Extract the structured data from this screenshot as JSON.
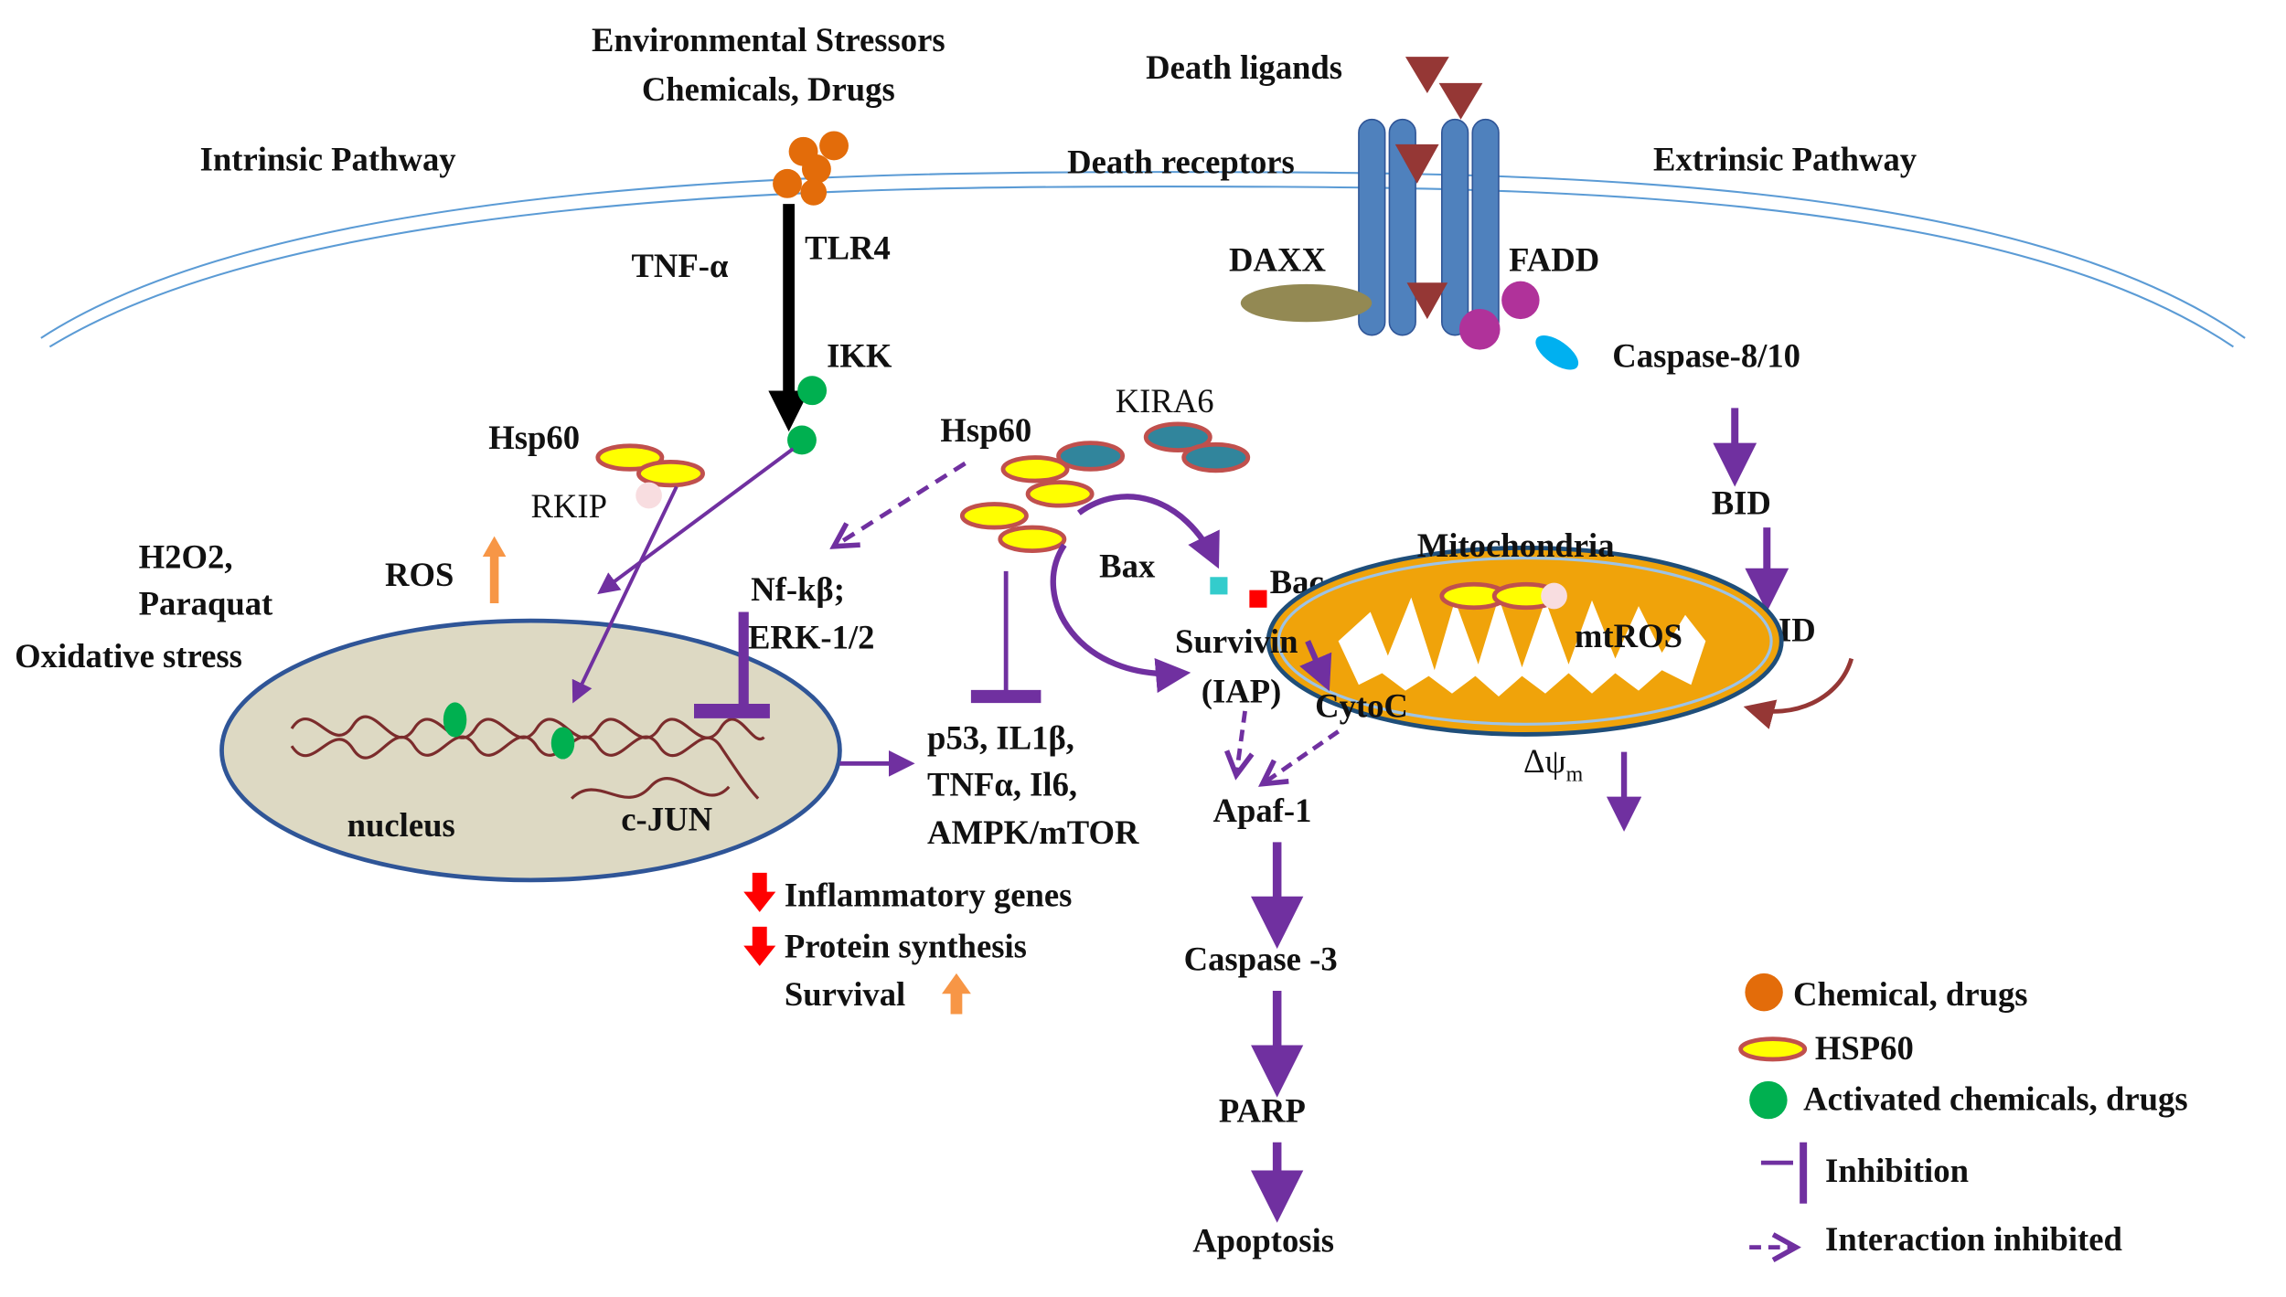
{
  "diagram": {
    "stress_line1": "Environmental Stressors",
    "stress_line2": "Chemicals, Drugs",
    "intrinsic_label": "Intrinsic Pathway",
    "death_ligands": "Death ligands",
    "death_receptors": "Death  receptors",
    "extrinsic_label": "Extrinsic Pathway",
    "tnf_alpha": "TNF-α",
    "tlr4": "TLR4",
    "daxx": "DAXX",
    "fadd": "FADD",
    "ikk": "IKK",
    "caspase_8_10": "Caspase-8/10",
    "kira6": "KIRA6",
    "hsp60_left": "Hsp60",
    "hsp60_center": "Hsp60",
    "rkip": "RKIP",
    "bid": "BID",
    "h2o2_line1": "H2O2,",
    "h2o2_line2": "Paraquat",
    "h2o2_line3": "Oxidative stress",
    "ros": "ROS",
    "nfkb_line1": "Nf-kβ;",
    "nfkb_line2": "ERK-1/2",
    "bax": "Bax",
    "bac": "Bac",
    "mitochondria": "Mitochondria",
    "mtros": "mtROS",
    "tbid": "tBID",
    "survivin_line1": "Survivin",
    "survivin_line2": "(IAP)",
    "cytoc": "CytoC",
    "delta_psi": "Δψm",
    "nucleus": "nucleus",
    "c_jun": "c-JUN",
    "targets_line1": "p53, IL1β,",
    "targets_line2": "TNFα, Il6,",
    "targets_line3": "AMPK/mTOR",
    "apaf1": "Apaf-1",
    "inflammatory_genes": "Inflammatory genes",
    "protein_synthesis": "Protein synthesis",
    "survival": "Survival",
    "caspase3": "Caspase -3",
    "parp": "PARP",
    "apoptosis": "Apoptosis",
    "legend": {
      "chemical": "Chemical, drugs",
      "hsp60": "HSP60",
      "activated": "Activated chemicals, drugs",
      "inhibition": "Inhibition",
      "interaction_inhibited": "Interaction inhibited"
    }
  },
  "colors": {
    "purple": "#7030A0",
    "orange_chem": "#E36C0A",
    "green_active": "#00B050",
    "hsp60_fill": "#FFFF00",
    "hsp60_ring": "#C0504D",
    "receptor_blue": "#4F81BD",
    "ligand_red": "#953735",
    "nucleus_fill": "#DDD9C3",
    "mito_fill": "#F0A30A",
    "daxx_olive": "#938953",
    "fadd_magenta": "#B0329A",
    "kira_teal": "#31859C",
    "red_arrow": "#FF0000",
    "orange_arrow": "#F79646"
  }
}
